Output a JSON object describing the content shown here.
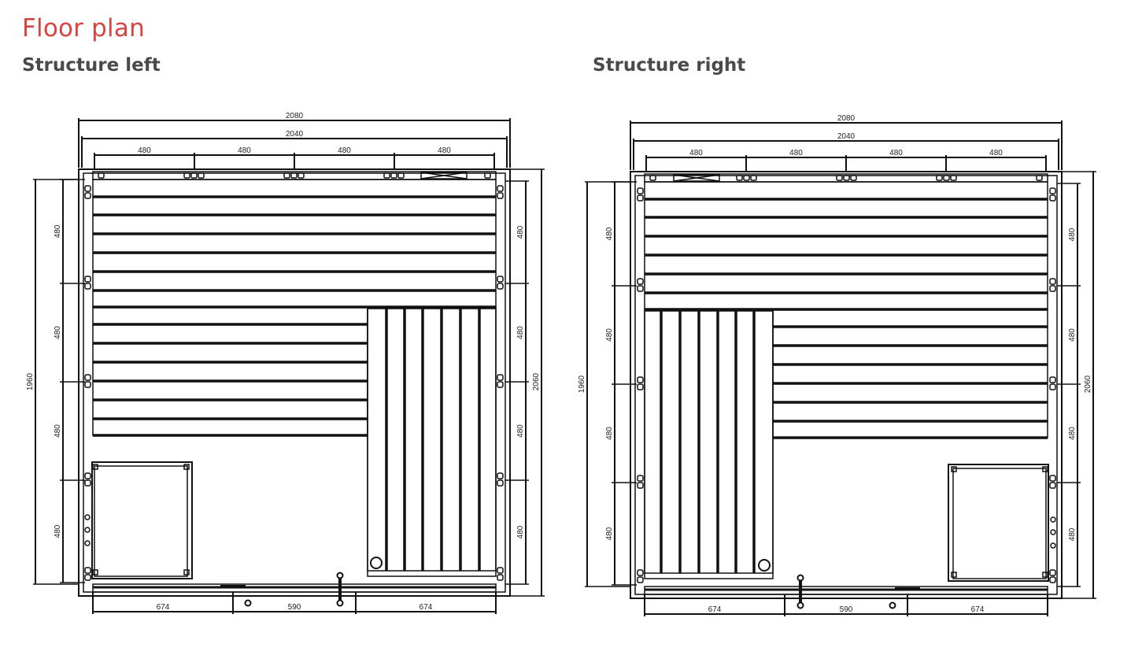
{
  "page": {
    "title": "Floor plan",
    "colors": {
      "title": "#d6453f",
      "subtitle": "#4a4a4a",
      "lines": "#111111"
    }
  },
  "plans": [
    {
      "subtitle": "Structure left",
      "mirrored": false,
      "dims": {
        "overall_width": "2080",
        "inner_width": "2040",
        "top_segments": [
          "480",
          "480",
          "480",
          "480"
        ],
        "left_total": "1960",
        "left_segments": [
          "480",
          "480",
          "480",
          "480"
        ],
        "right_total": "2060",
        "right_segments": [
          "480",
          "480",
          "480",
          "480"
        ],
        "bottom_segments": [
          "674",
          "590",
          "674"
        ]
      }
    },
    {
      "subtitle": "Structure right",
      "mirrored": true,
      "dims": {
        "overall_width": "2080",
        "inner_width": "2040",
        "top_segments": [
          "480",
          "480",
          "480",
          "480"
        ],
        "left_total": "1960",
        "left_segments": [
          "480",
          "480",
          "480",
          "480"
        ],
        "right_total": "2060",
        "right_segments": [
          "480",
          "480",
          "480",
          "480"
        ],
        "bottom_segments": [
          "674",
          "590",
          "674"
        ]
      }
    }
  ]
}
